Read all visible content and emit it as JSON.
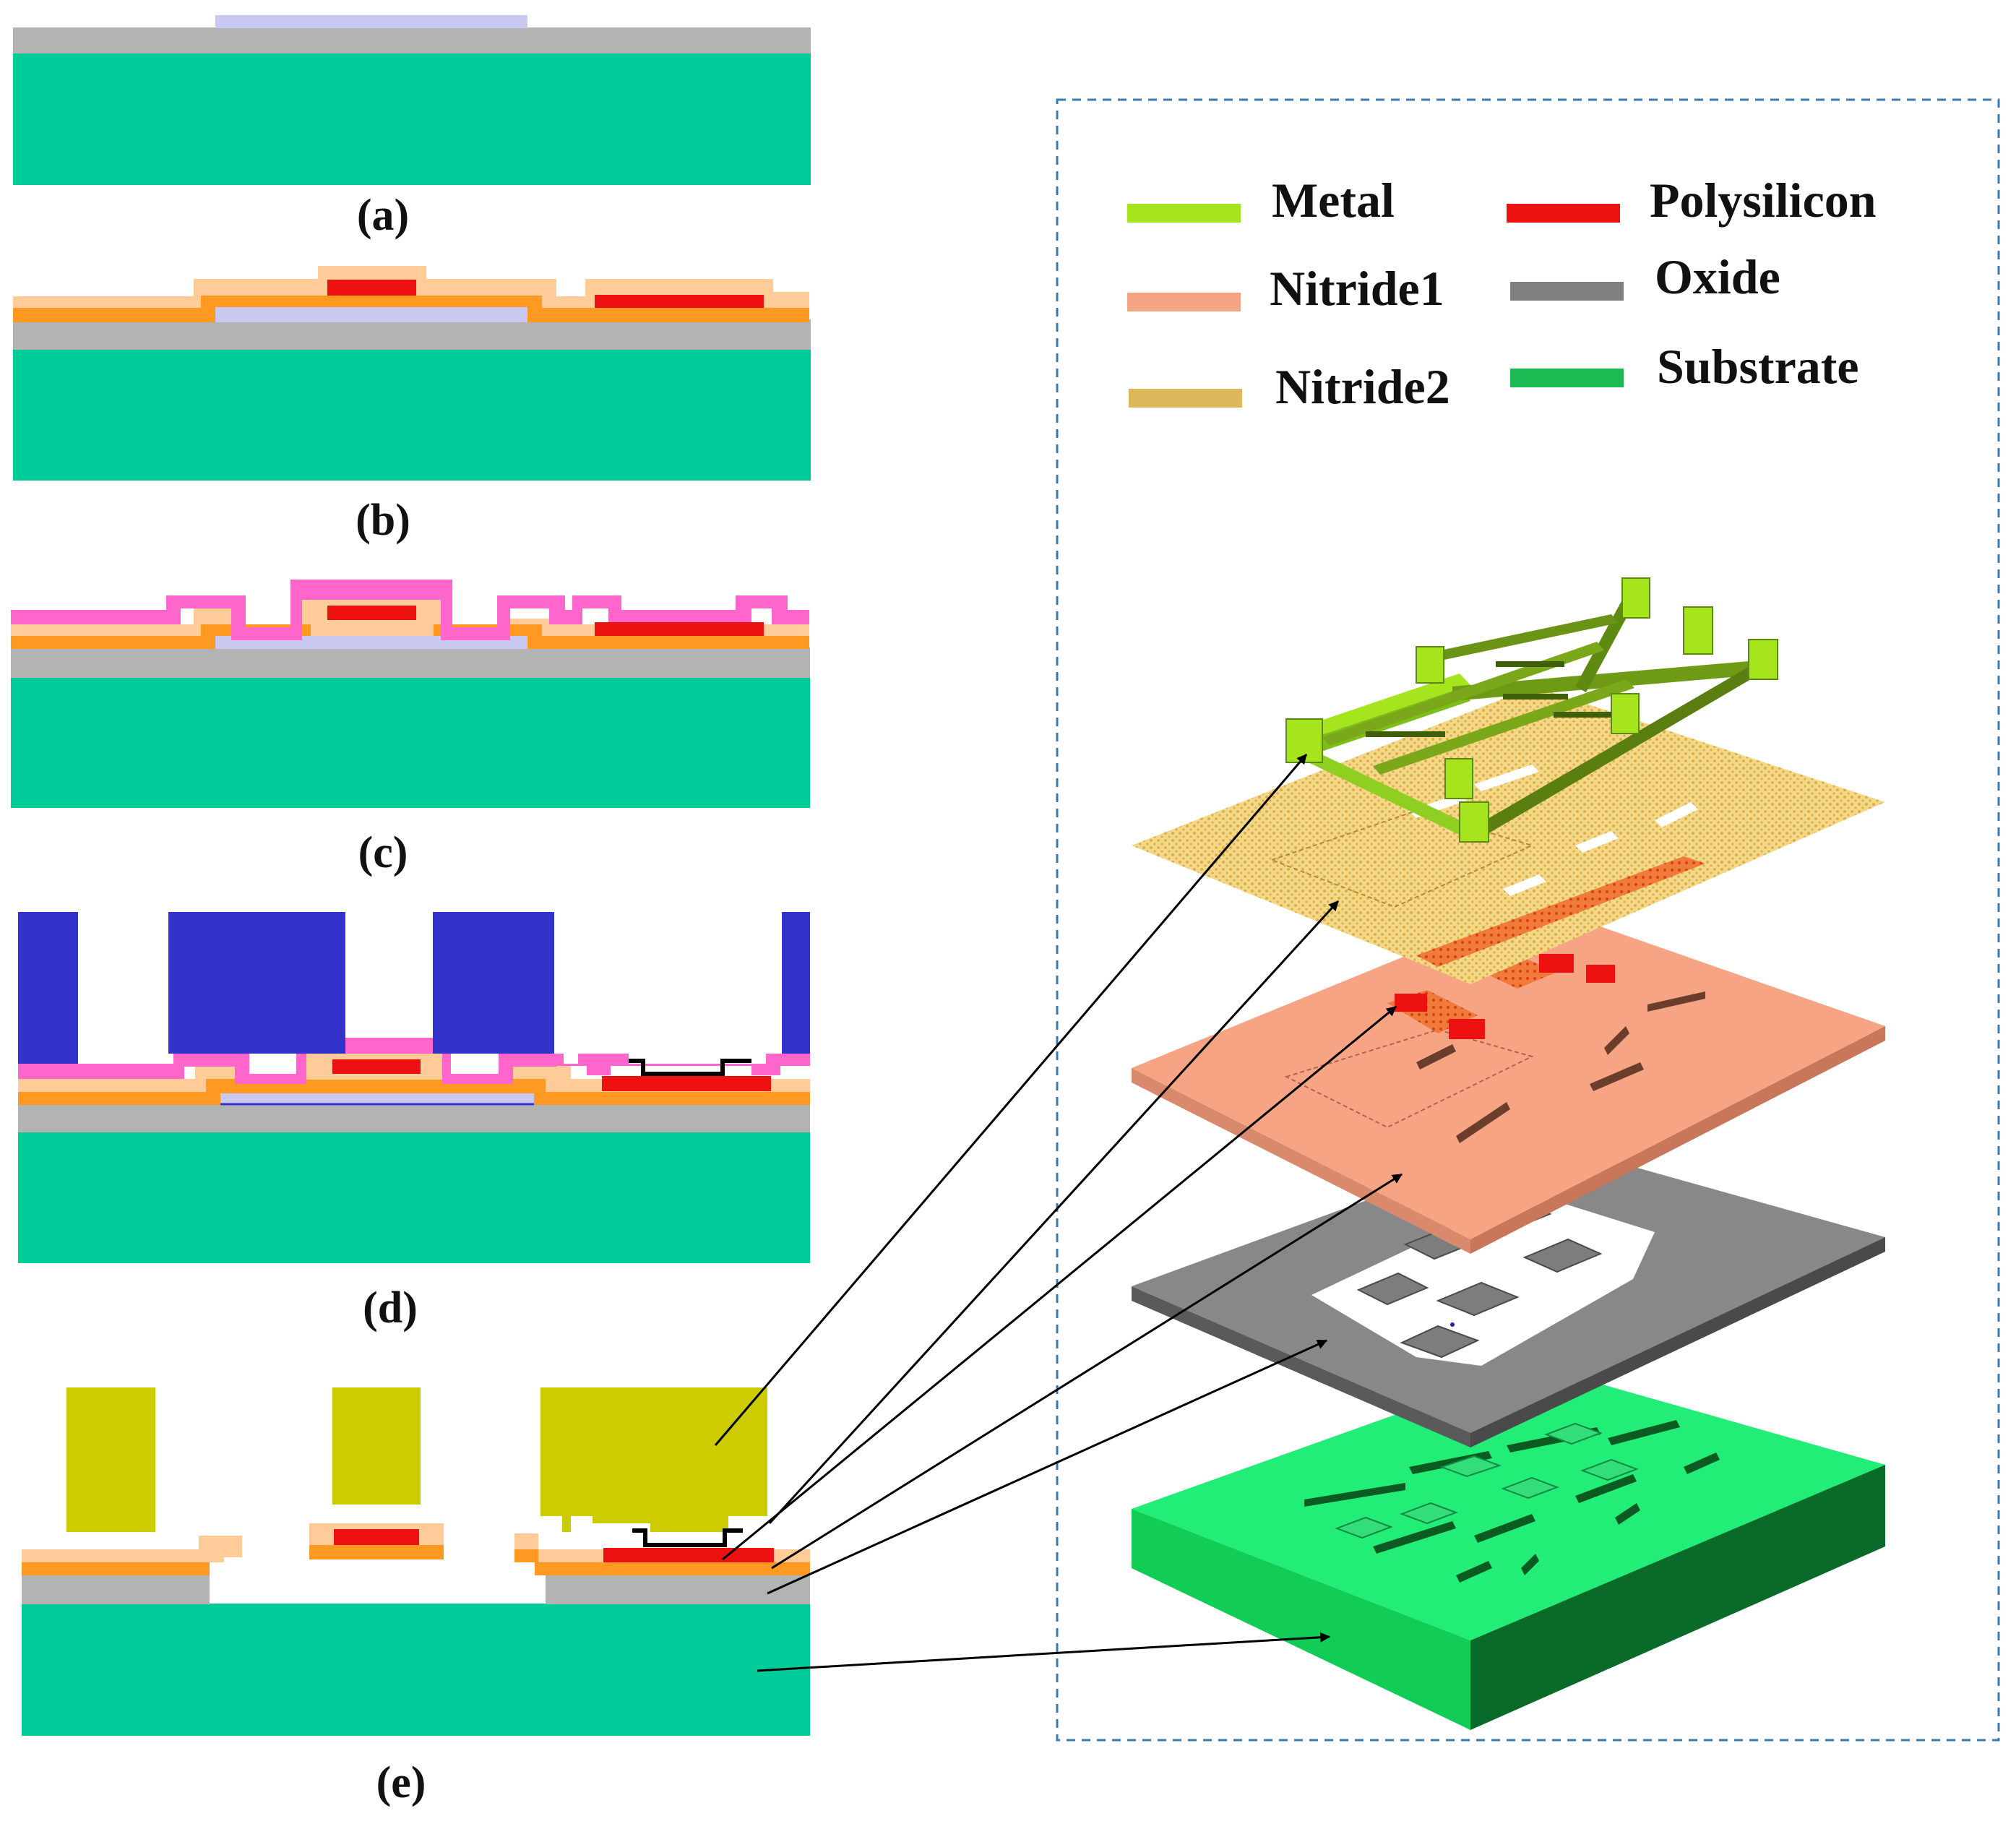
{
  "captions": {
    "a": "(a)",
    "b": "(b)",
    "c": "(c)",
    "d": "(d)",
    "e": "(e)"
  },
  "legend": [
    {
      "label": "Metal",
      "color": "#a6e41e"
    },
    {
      "label": "Polysilicon",
      "color": "#ee1111"
    },
    {
      "label": "Nitride1",
      "color": "#f7a485"
    },
    {
      "label": "Oxide",
      "color": "#808080"
    },
    {
      "label": "Nitride2",
      "color": "#dcb85a"
    },
    {
      "label": "Substrate",
      "color": "#1db953"
    }
  ],
  "colors": {
    "substrate": "#00cc99",
    "oxide": "#b3b3b3",
    "sacrificial": "#c8c8f0",
    "nitride_orange": "#ff9922",
    "nitride_light": "#ffcc99",
    "polysilicon": "#ee1111",
    "pink": "#ff66cc",
    "photoresist": "#3333cc",
    "metal_yellow": "#cccc00",
    "box_border": "#3a7ab0"
  }
}
